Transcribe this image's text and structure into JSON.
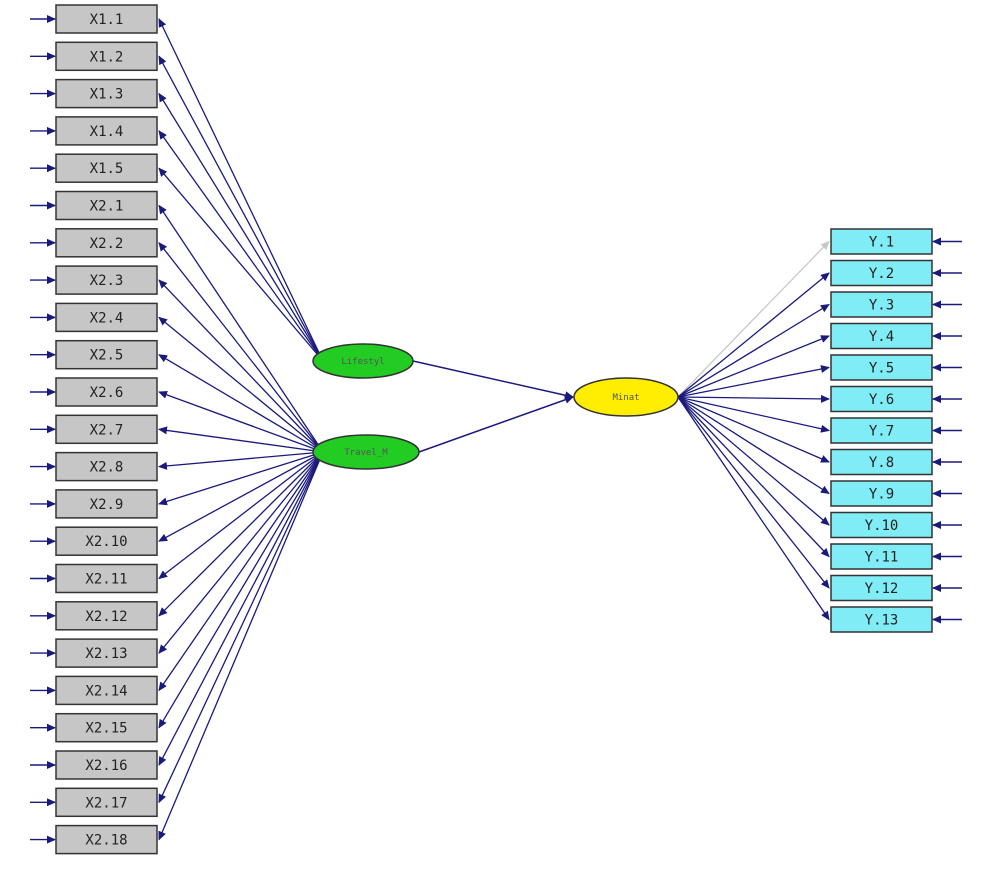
{
  "diagram": {
    "type": "structural-equation-path-diagram",
    "latent_variables": [
      {
        "id": "lifestyle",
        "label": "Lifestyl"
      },
      {
        "id": "travel",
        "label": "Travel_M"
      },
      {
        "id": "minat",
        "label": "Minat"
      }
    ],
    "indicators_left": [
      {
        "label": "X1.1",
        "factor": "lifestyle"
      },
      {
        "label": "X1.2",
        "factor": "lifestyle"
      },
      {
        "label": "X1.3",
        "factor": "lifestyle"
      },
      {
        "label": "X1.4",
        "factor": "lifestyle"
      },
      {
        "label": "X1.5",
        "factor": "lifestyle"
      },
      {
        "label": "X2.1",
        "factor": "travel"
      },
      {
        "label": "X2.2",
        "factor": "travel"
      },
      {
        "label": "X2.3",
        "factor": "travel"
      },
      {
        "label": "X2.4",
        "factor": "travel"
      },
      {
        "label": "X2.5",
        "factor": "travel"
      },
      {
        "label": "X2.6",
        "factor": "travel"
      },
      {
        "label": "X2.7",
        "factor": "travel"
      },
      {
        "label": "X2.8",
        "factor": "travel"
      },
      {
        "label": "X2.9",
        "factor": "travel"
      },
      {
        "label": "X2.10",
        "factor": "travel"
      },
      {
        "label": "X2.11",
        "factor": "travel"
      },
      {
        "label": "X2.12",
        "factor": "travel"
      },
      {
        "label": "X2.13",
        "factor": "travel"
      },
      {
        "label": "X2.14",
        "factor": "travel"
      },
      {
        "label": "X2.15",
        "factor": "travel"
      },
      {
        "label": "X2.16",
        "factor": "travel"
      },
      {
        "label": "X2.17",
        "factor": "travel"
      },
      {
        "label": "X2.18",
        "factor": "travel"
      }
    ],
    "indicators_right": [
      {
        "label": "Y.1",
        "factor": "minat"
      },
      {
        "label": "Y.2",
        "factor": "minat"
      },
      {
        "label": "Y.3",
        "factor": "minat"
      },
      {
        "label": "Y.4",
        "factor": "minat"
      },
      {
        "label": "Y.5",
        "factor": "minat"
      },
      {
        "label": "Y.6",
        "factor": "minat"
      },
      {
        "label": "Y.7",
        "factor": "minat"
      },
      {
        "label": "Y.8",
        "factor": "minat"
      },
      {
        "label": "Y.9",
        "factor": "minat"
      },
      {
        "label": "Y.10",
        "factor": "minat"
      },
      {
        "label": "Y.11",
        "factor": "minat"
      },
      {
        "label": "Y.12",
        "factor": "minat"
      },
      {
        "label": "Y.13",
        "factor": "minat"
      }
    ],
    "structural_paths": [
      {
        "from": "lifestyle",
        "to": "minat"
      },
      {
        "from": "travel",
        "to": "minat"
      }
    ],
    "colors": {
      "left_box_fill": "#c6c6c6",
      "right_box_fill": "#80ecf5",
      "exogenous_fill": "#22cc22",
      "endogenous_fill": "#ffee00",
      "path_color": "#1a1a7e",
      "fixed_path_color": "#c8c8c8",
      "box_stroke": "#333333"
    }
  }
}
